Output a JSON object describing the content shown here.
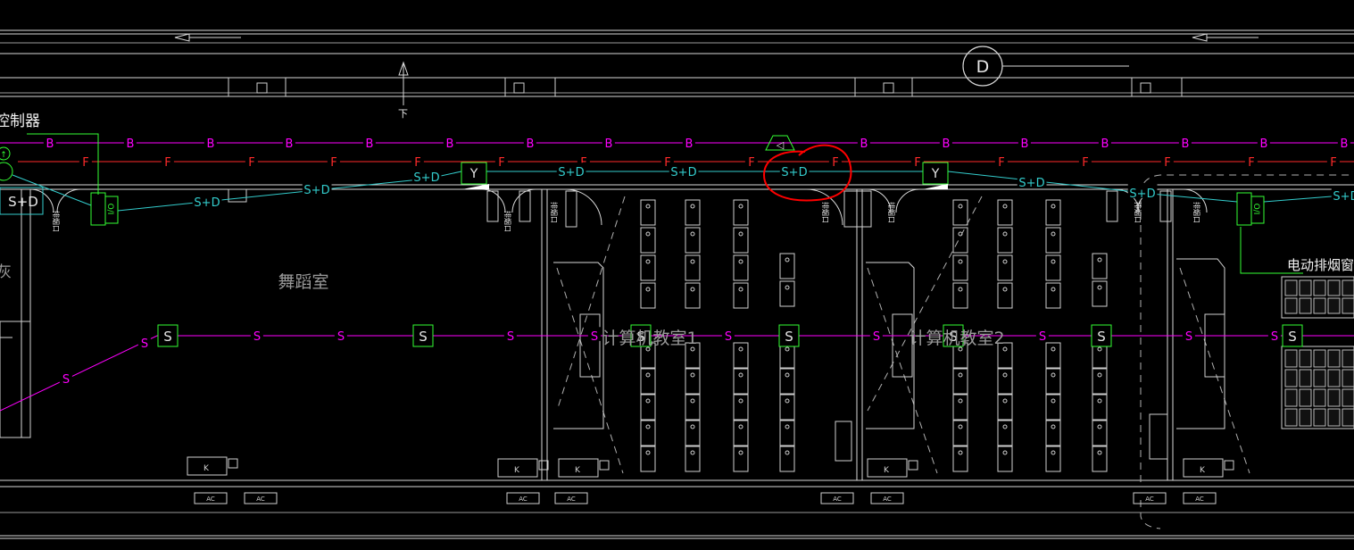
{
  "grid_marker": "D",
  "stair_label": "下",
  "rooms": {
    "dance": "舞蹈室",
    "computer1": "计算机教室1",
    "computer2": "计算机教室2",
    "left_partial": "灰"
  },
  "device_labels": {
    "controller_left": "控制器",
    "controller_right": "电动排烟窗控",
    "window_ctrl": "O/I",
    "vertical_tag": "排烟口"
  },
  "lines": {
    "b": {
      "letter": "B",
      "color": "#ff00ff"
    },
    "f": {
      "letter": "F",
      "color": "#ff2a2a"
    },
    "sd": {
      "letter": "S+D",
      "color": "#33cccc"
    },
    "s": {
      "letter": "S",
      "color": "#ff00ff"
    }
  },
  "symbols": {
    "module": "Y",
    "s_box": "S",
    "cabinet": "K",
    "ac_unit": "AC",
    "speaker": "◁",
    "left_box": "S+D"
  },
  "colors": {
    "background": "#000000",
    "wall": "#d8d8d8",
    "device": "#33ff33",
    "highlight": "#ff0000"
  }
}
